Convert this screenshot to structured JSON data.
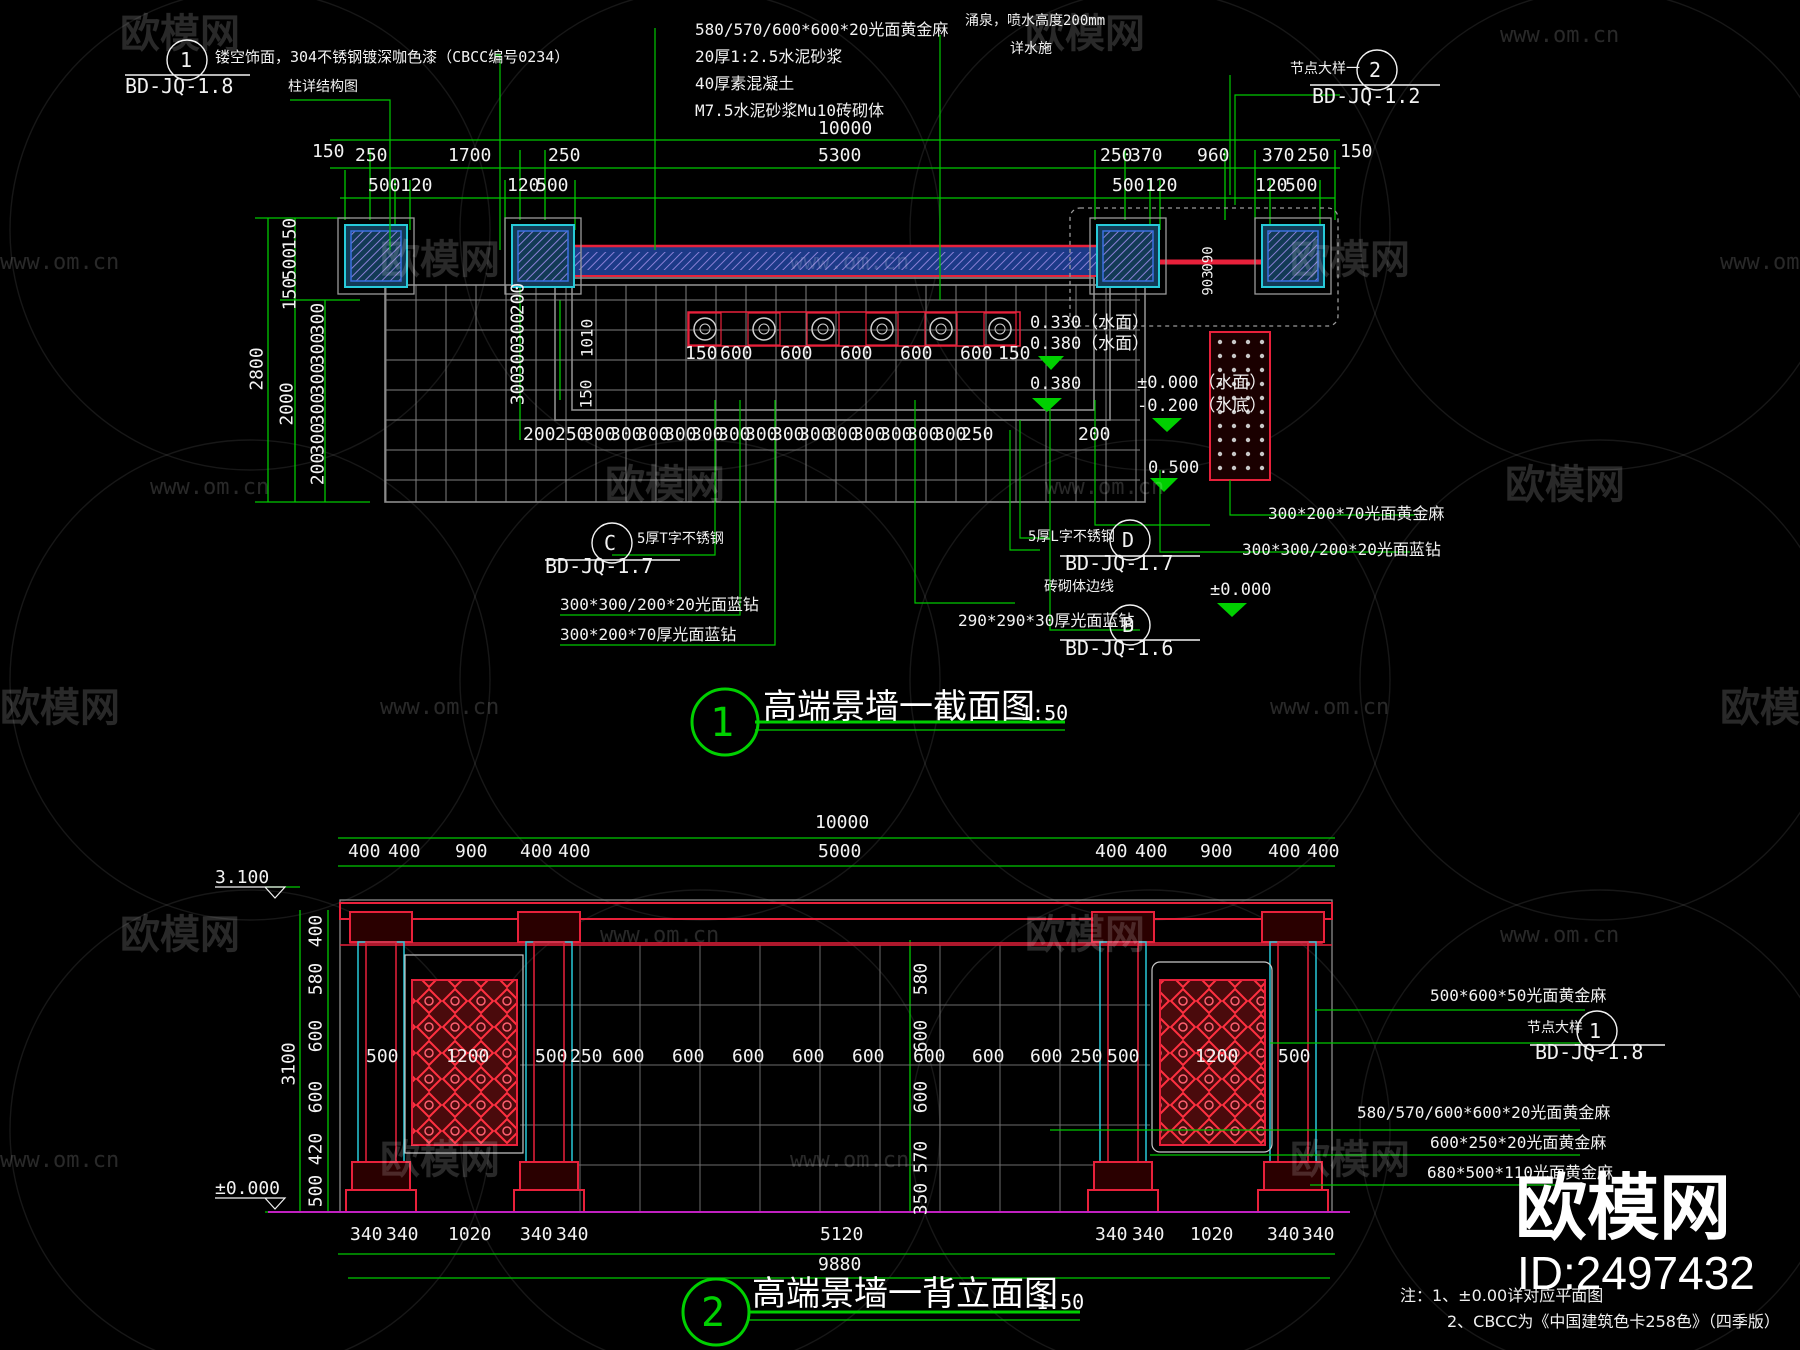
{
  "drawing_1": {
    "title": "高端景墙一截面图",
    "number": "1",
    "scale": "1:50",
    "callouts": {
      "c1": {
        "id": "1",
        "ref": "BD-JQ-1.8",
        "text": "镂空饰面，304不锈钢镀深咖色漆（CBCC编号0234）"
      },
      "col": "柱详结构图",
      "layers": [
        "580/570/600*600*20光面黄金麻",
        "20厚1:2.5水泥砂浆",
        "40厚素混凝土",
        "M7.5水泥砂浆Mu10砖砌体"
      ],
      "fountain": [
        "涌泉，喷水高度200mm",
        "详水施"
      ],
      "node": {
        "text": "节点大样一",
        "id": "2",
        "ref": "BD-JQ-1.2"
      },
      "C": {
        "id": "C",
        "ref": "BD-JQ-1.7",
        "text": "5厚T字不锈钢"
      },
      "D": {
        "id": "D",
        "ref": "BD-JQ-1.7",
        "text": "5厚L字不锈钢"
      },
      "B": {
        "id": "B",
        "ref": "BD-JQ-1.6",
        "text": "290*290*30厚光面蓝钻"
      },
      "brickline": "砖砌体边线",
      "left_mat1": "300*300/200*20光面蓝钻",
      "left_mat2": "300*200*70厚光面蓝钻",
      "right_mat1": "300*200*70光面黄金麻",
      "right_mat2": "300*300/200*20光面蓝钻"
    },
    "dims_top": {
      "total": "10000",
      "row": [
        "150",
        "250",
        "1700",
        "250",
        "5300",
        "250",
        "370",
        "960",
        "370",
        "250",
        "150"
      ],
      "row2": [
        "500",
        "120",
        "120",
        "500",
        "500",
        "120",
        "120",
        "500"
      ]
    },
    "dims_left": {
      "total": "2800",
      "sub1": "2000",
      "top": [
        "150",
        "500",
        "150"
      ],
      "grid": [
        "300",
        "300",
        "300",
        "300",
        "300",
        "300",
        "300",
        "200"
      ],
      "grid2": [
        "200",
        "300",
        "300",
        "300"
      ]
    },
    "dims_inner": {
      "v1": "1010",
      "v2": "150",
      "h": [
        "150",
        "600",
        "600",
        "600",
        "600",
        "600",
        "150"
      ],
      "bottom": [
        "200",
        "250",
        "300",
        "300",
        "300",
        "300",
        "300",
        "300",
        "300",
        "300",
        "300",
        "300",
        "300",
        "300",
        "300",
        "300",
        "250",
        "200"
      ],
      "side": "903",
      "side2": "090"
    },
    "levels": [
      "0.330（水面）",
      "0.380（水面）",
      "0.380",
      "±0.000（水面）",
      "-0.200（水底）",
      "0.500",
      "±0.000"
    ]
  },
  "drawing_2": {
    "title": "高端景墙一背立面图",
    "number": "2",
    "scale": "1:50",
    "dims_top": {
      "total": "10000",
      "row": [
        "400",
        "400",
        "900",
        "400",
        "400",
        "5000",
        "400",
        "400",
        "900",
        "400",
        "400"
      ]
    },
    "dims_bottom": {
      "total": "9880",
      "row": [
        "340",
        "340",
        "1020",
        "340",
        "340",
        "5120",
        "340",
        "340",
        "1020",
        "340",
        "340"
      ]
    },
    "dims_left": {
      "total": "3100",
      "row": [
        "400",
        "580",
        "600",
        "600",
        "420",
        "500"
      ]
    },
    "dims_mid_v": [
      "580",
      "600",
      "600",
      "570",
      "350"
    ],
    "dims_mid_h": [
      "500",
      "1200",
      "500",
      "250",
      "600",
      "600",
      "600",
      "600",
      "600",
      "600",
      "600",
      "600",
      "250",
      "500",
      "1200",
      "500"
    ],
    "levels": [
      "3.100",
      "±0.000"
    ],
    "callouts": {
      "m1": "500*600*50光面黄金麻",
      "node": {
        "text": "节点大样",
        "id": "1",
        "ref": "BD-JQ-1.8"
      },
      "m2": "580/570/600*600*20光面黄金麻",
      "m3": "600*250*20光面黄金麻",
      "m4": "680*500*110光面黄金麻"
    }
  },
  "notes": [
    "注：1、±0.00详对应平面图",
    "2、CBCC为《中国建筑色卡258色》（四季版）"
  ],
  "watermark": {
    "site": "www.om.cn",
    "brand": "欧模网",
    "brand_short": "欧模网"
  },
  "brand_mark": {
    "name": "欧模网",
    "id": "ID:2497432"
  },
  "colors": {
    "bg": "#000000",
    "dim": "#00d000",
    "wall": "#e8213b",
    "grid": "#8a8a8a",
    "stone": "#3a6fe0",
    "cyan": "#27c9d9"
  }
}
